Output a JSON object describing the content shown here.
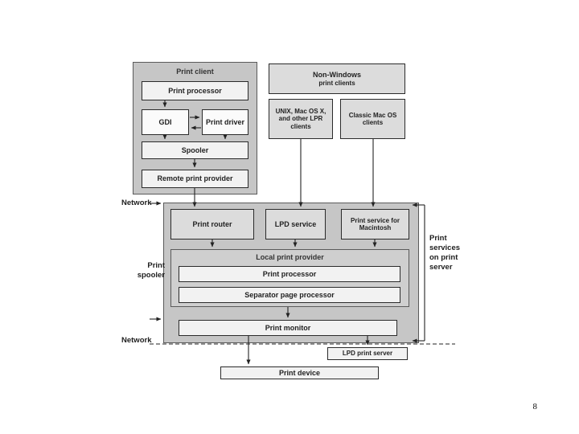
{
  "page": {
    "number": "8",
    "background": "#ffffff",
    "group_fill": "#c6c6c6",
    "node_fill": "#f2f2f2",
    "line_color": "#222222"
  },
  "print_client": {
    "title": "Print client",
    "nodes": {
      "print_processor": "Print processor",
      "gdi": "GDI",
      "print_driver": "Print driver",
      "spooler": "Spooler",
      "remote_print_provider": "Remote print provider"
    }
  },
  "non_windows": {
    "title_line1": "Non-Windows",
    "title_line2": "print clients",
    "clients": [
      "UNIX, Mac OS X, and other LPR clients",
      "Classic Mac OS clients"
    ]
  },
  "labels": {
    "network_top": "Network",
    "network_bottom": "Network",
    "print_spooler_line1": "Print",
    "print_spooler_line2": "spooler",
    "print_services": "Print services on print server"
  },
  "print_spooler": {
    "services": [
      "Print router",
      "LPD service",
      "Print service for Macintosh"
    ],
    "local_print_provider": {
      "title": "Local print provider",
      "children": [
        "Print processor",
        "Separator page processor"
      ]
    },
    "print_monitor": "Print monitor"
  },
  "bottom": {
    "lpd_print_server": "LPD print server",
    "print_device": "Print device"
  }
}
